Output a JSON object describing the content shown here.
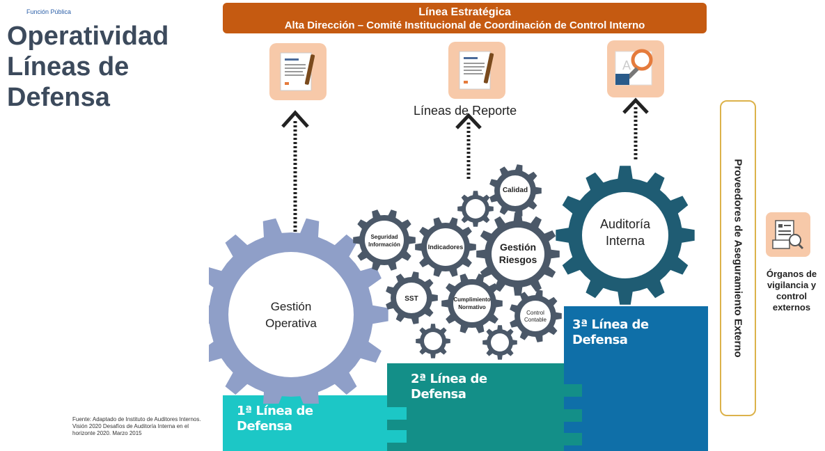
{
  "brand": "Función Pública",
  "title": "Operatividad Líneas de Defensa",
  "banner": {
    "title": "Línea Estratégica",
    "subtitle": "Alta Dirección – Comité Institucional de Coordinación de Control Interno"
  },
  "reporte_label": "Líneas de Reporte",
  "side_label": "Proveedores de Aseguramiento Externo",
  "organos_label": "Órganos de vigilancia y control externos",
  "lines": {
    "first": "1ª Línea de Defensa",
    "second": "2ª Línea de Defensa",
    "third": "3ª Línea de Defensa"
  },
  "gears": {
    "gestion_operativa": [
      "Gestión",
      "Operativa"
    ],
    "auditoria_interna": [
      "Auditoría",
      "Interna"
    ],
    "calidad": "Calidad",
    "seguridad": [
      "Seguridad",
      "Información"
    ],
    "indicadores": "Indicadores",
    "gestion_riesgos": [
      "Gestión",
      "Riesgos"
    ],
    "sst": "SST",
    "cumplimiento": [
      "Cumplimiento",
      "Normativo"
    ],
    "control_contable": [
      "Control",
      "Contable"
    ]
  },
  "source": "Fuente: Adaptado de Instituto de Auditores Internos. Visión 2020 Desafíos de Auditoría Interna en el horizonte 2020. Marzo 2015",
  "colors": {
    "banner": "#c55a11",
    "line1": "#1cc7c6",
    "line2": "#138f88",
    "line3": "#0f6fa8",
    "gear_operativa": "#8f9fc8",
    "gear_secondary": "#4b5868",
    "gear_auditoria": "#1f5c73",
    "icon_bg": "#f7c9a9",
    "frame": "#dcb24a"
  },
  "icons": [
    "document-pen-icon",
    "document-pen-icon",
    "magnifier-review-icon",
    "computer-audit-icon",
    "arrow-up-icon"
  ]
}
